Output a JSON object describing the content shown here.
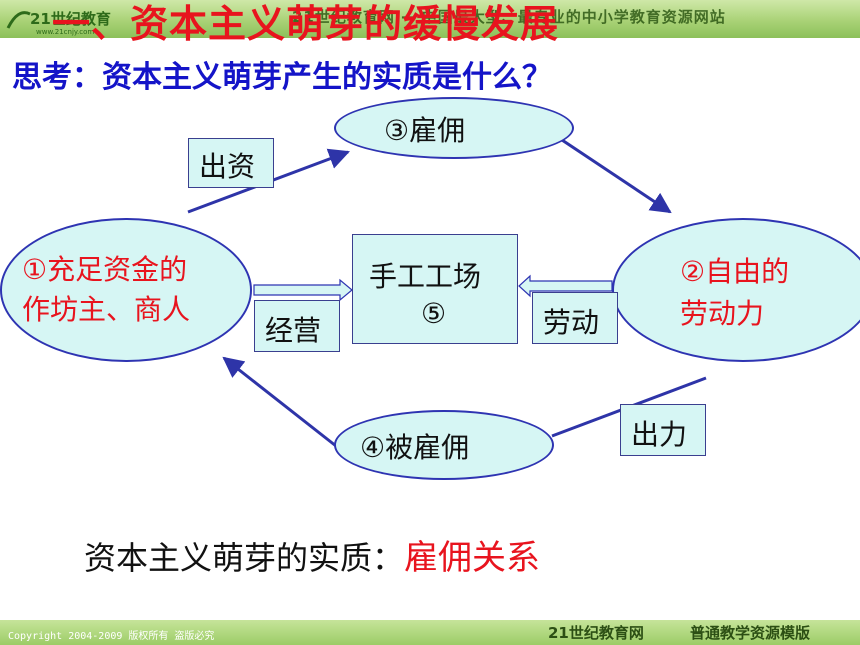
{
  "header": {
    "logo_text": "21世纪教育",
    "logo_url_text": "www.21cnjy.com",
    "site_name": "21世纪教育网 -- 中国最大型、最专业的中小学教育资源网站"
  },
  "slide": {
    "title": "一、资本主义萌芽的缓慢发展",
    "question": "思考：资本主义萌芽产生的实质是什么？"
  },
  "diagram": {
    "node_owner": {
      "line1": "①充足资金的",
      "line2": "作坊主、商人"
    },
    "node_hire": {
      "label": "③雇佣"
    },
    "node_labor": {
      "line1": "②自由的",
      "line2": "劳动力"
    },
    "node_hired": {
      "label": "④被雇佣"
    },
    "node_workshop": {
      "line1": "手工工场",
      "line2": "⑤"
    },
    "edge_invest": {
      "label": "出资"
    },
    "edge_manage": {
      "label": "经营"
    },
    "edge_work": {
      "label": "劳动"
    },
    "edge_effort": {
      "label": "出力"
    }
  },
  "conclusion": {
    "prefix": "资本主义萌芽的实质：",
    "answer": "雇佣关系"
  },
  "footer": {
    "copyright": "Copyright 2004-2009 版权所有 盗版必究",
    "brand": "21世纪教育网",
    "tagline": "普通教学资源模版"
  },
  "colors": {
    "title_red": "#e8141e",
    "question_blue": "#1414c8",
    "node_fill": "#d6f6f4",
    "node_border": "#2e34b2",
    "arrow": "#2e34a8",
    "band_green": "#9ccc66"
  }
}
